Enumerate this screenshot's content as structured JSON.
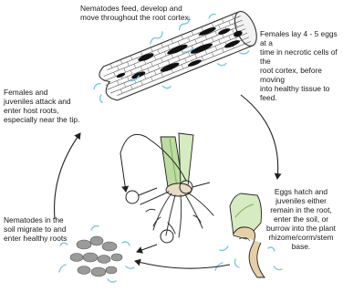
{
  "labels": {
    "feed": "Nematodes feed, develop and\nmove throughout the root cortex.",
    "eggs": "Females lay 4 - 5 eggs at a\ntime in necrotic cells of the\nroot cortex, before moving\ninto healthy tissue to feed.",
    "attack": "Females and\njuveniles attack and\nenter host roots,\nespecially near the tip.",
    "hatch": "Eggs hatch and\njuveniles either\nremain in the root,\nenter the soil, or\nburrow into the plant\nrhizome/corm/stem base.",
    "migrate": "Nematodes in the\nsoil migrate to and\nenter healthy roots"
  },
  "colors": {
    "stroke": "#222222",
    "nematode": "#7cc9e8",
    "leaf": "#bcdca0",
    "leaf_dark": "#7fae5e",
    "soil": "#9a9a9a",
    "lesion": "#111111",
    "root_tip": "#e6cfa6"
  }
}
